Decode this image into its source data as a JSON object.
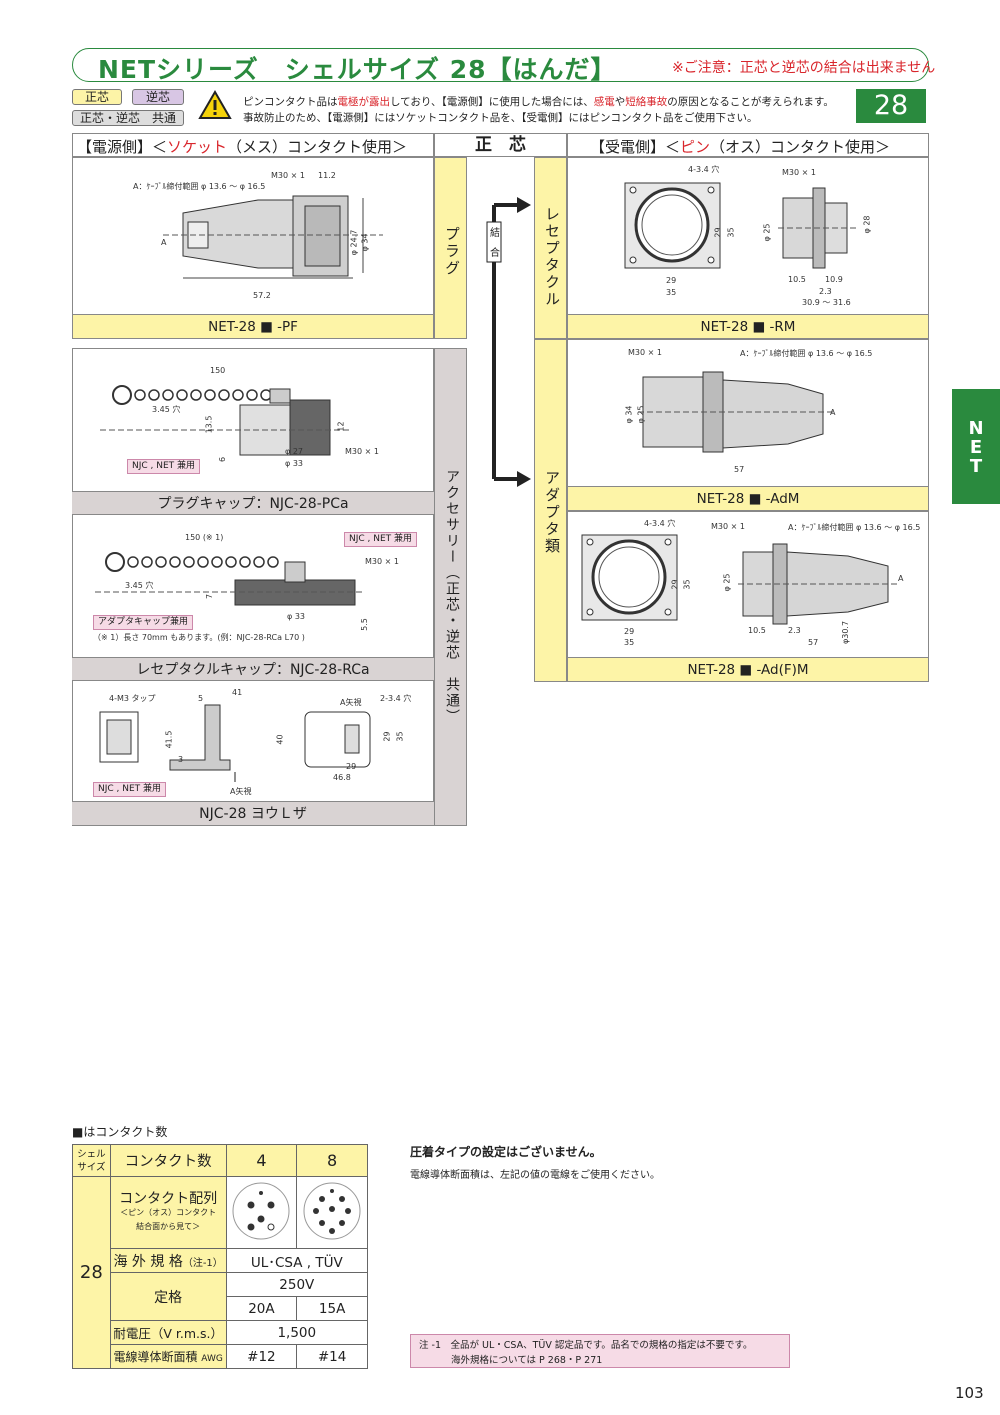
{
  "header": {
    "title": "NETシリーズ　シェルサイズ 28【はんだ】",
    "note": "※ご注意：正芯と逆芯の結合は出来ません",
    "shell_size": "28"
  },
  "badges": {
    "seishin": "正芯",
    "gyakushin": "逆芯",
    "common": "正芯・逆芯　共通"
  },
  "warning": {
    "line1_a": "ピンコンタクト品は",
    "line1_b": "電極が露出",
    "line1_c": "しており、【電源側】に使用した場合には、",
    "line1_d": "感電",
    "line1_e": "や",
    "line1_f": "短絡事故",
    "line1_g": "の原因となることが考えられます。",
    "line2": "事故防止のため、【電源側】にはソケットコンタクト品を、【受電側】にはピンコンタクト品をご使用下さい。"
  },
  "side_tab": "NET",
  "sections": {
    "power_side": "【電源側】＜ソケット（メス）コンタクト使用＞",
    "power_side_a": "【電源側】＜",
    "power_side_b": "ソケット",
    "power_side_c": "（メス）コンタクト使用＞",
    "center": "正　芯",
    "receive_side_a": "【受電側】＜",
    "receive_side_b": "ピン",
    "receive_side_c": "（オス）コンタクト使用＞",
    "plug": "プラグ",
    "mate": "結合",
    "receptacle": "レセプタクル",
    "adapter": "アダプタ類",
    "accessories": "アクセサリー（正芯・逆芯　共通）"
  },
  "products": {
    "pf": "NET-28 ■ -PF",
    "rm": "NET-28 ■ -RM",
    "adm": "NET-28 ■ -AdM",
    "adfm": "NET-28 ■ -Ad(F)M",
    "plug_cap": "プラグキャップ：NJC-28-PCa",
    "recep_cap": "レセプタクルキャップ：NJC-28-RCa",
    "bracket": "NJC-28 ヨウＬザ"
  },
  "dims": {
    "pf": {
      "range": "A：ｹｰﾌﾞﾙ締付範囲 φ 13.6 〜 φ 16.5",
      "thread": "M30 × 1",
      "d1": "11.2",
      "d2": "φ 24.7",
      "d3": "φ 34",
      "len": "57.2",
      "a": "A"
    },
    "rm": {
      "holes": "4-3.4 穴",
      "thread": "M30 × 1",
      "d29": "29",
      "d35": "35",
      "phi25": "φ 25",
      "phi28": "φ 28",
      "d105": "10.5",
      "d109": "10.9",
      "d23": "2.3",
      "range": "30.9 〜 31.6",
      "w29": "29",
      "w35": "35"
    },
    "plugcap": {
      "len": "150",
      "hole": "3.45 穴",
      "d135": "13.5",
      "d6": "6",
      "d12": "12",
      "phi27": "φ 27",
      "phi33": "φ 33",
      "thread": "M30 × 1",
      "tag": "NJC , NET 兼用"
    },
    "recepcap": {
      "len": "150 (※ 1)",
      "tag": "NJC , NET 兼用",
      "thread": "M30 × 1",
      "hole": "3.45 穴",
      "d7": "7",
      "phi33": "φ 33",
      "d55": "5.5",
      "tag2": "アダプタキャップ兼用",
      "note": "（※ 1）長さ 70mm もあります。(例：NJC-28-RCa L70 )"
    },
    "bracket": {
      "tap": "4-M3 タップ",
      "d41": "41",
      "d5": "5",
      "holes": "2-3.4 穴",
      "view": "A矢視",
      "d415": "41.5",
      "d40": "40",
      "d3": "3",
      "d29": "29",
      "d35": "35",
      "d468": "46.8",
      "tag": "NJC , NET 兼用",
      "arrow": "A矢視"
    },
    "adm": {
      "thread": "M30 × 1",
      "range": "A：ｹｰﾌﾞﾙ締付範囲 φ 13.6 〜 φ 16.5",
      "phi34": "φ 34",
      "phi25": "φ 25",
      "len": "57",
      "a": "A"
    },
    "adfm": {
      "holes": "4-3.4 穴",
      "thread": "M30 × 1",
      "range": "A：ｹｰﾌﾞﾙ締付範囲 φ 13.6 〜 φ 16.5",
      "d29": "29",
      "d35": "35",
      "phi25": "φ 25",
      "d105": "10.5",
      "d23": "2.3",
      "len": "57",
      "phi307": "φ30.7",
      "w29": "29",
      "w35": "35",
      "a": "A"
    }
  },
  "table": {
    "caption": "■はコンタクト数",
    "col_shell": "シェル\nサイズ",
    "col_shell_1": "シェル",
    "col_shell_2": "サイズ",
    "col_contacts": "コンタクト数",
    "contacts": [
      "4",
      "8"
    ],
    "shell": "28",
    "row_layout": "コンタクト配列",
    "row_layout_sub1": "＜ピン（オス）コンタクト",
    "row_layout_sub2": "結合面から見て＞",
    "row_standard": "海 外 規 格",
    "row_standard_note": "（注-1）",
    "standard_value": "UL･CSA , TÜV",
    "row_rating": "定格",
    "rating_voltage": "250V",
    "rating_current": [
      "20A",
      "15A"
    ],
    "row_withstand": "耐電圧（V r.m.s.）",
    "withstand_value": "1,500",
    "row_wire": "電線導体断面積",
    "row_wire_unit": "AWG",
    "wire_values": [
      "#12",
      "#14"
    ]
  },
  "notes": {
    "crimp_title": "圧着タイプの設定はございません。",
    "crimp_body": "電線導体断面積は、左記の値の電線をご使用ください。",
    "note1_a": "注 -1　全品が UL・CSA、TÜV 認定品です。品名での規格の指定は不要です。",
    "note1_b": "海外規格については P 268・P 271"
  },
  "page_number": "103"
}
